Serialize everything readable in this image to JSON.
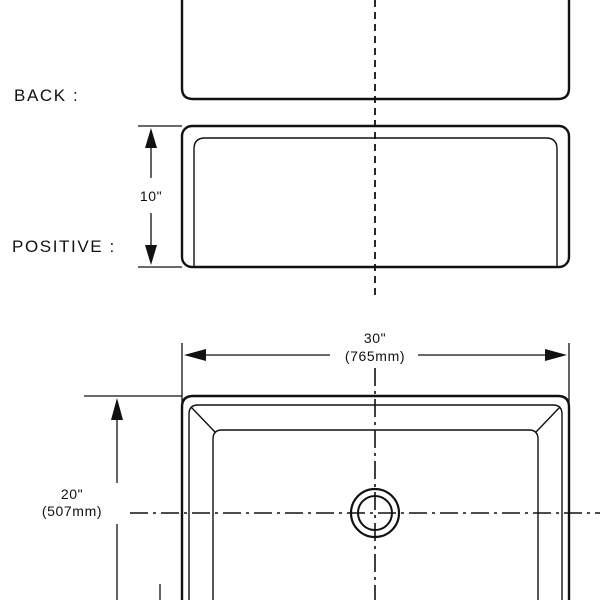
{
  "labels": {
    "back": "BACK :",
    "positive": "POSITIVE  :"
  },
  "dimensions": {
    "height": "10\"",
    "width_in": "30\"",
    "width_mm": "(765mm)",
    "depth_in": "20\"",
    "depth_mm": "(507mm)"
  }
}
